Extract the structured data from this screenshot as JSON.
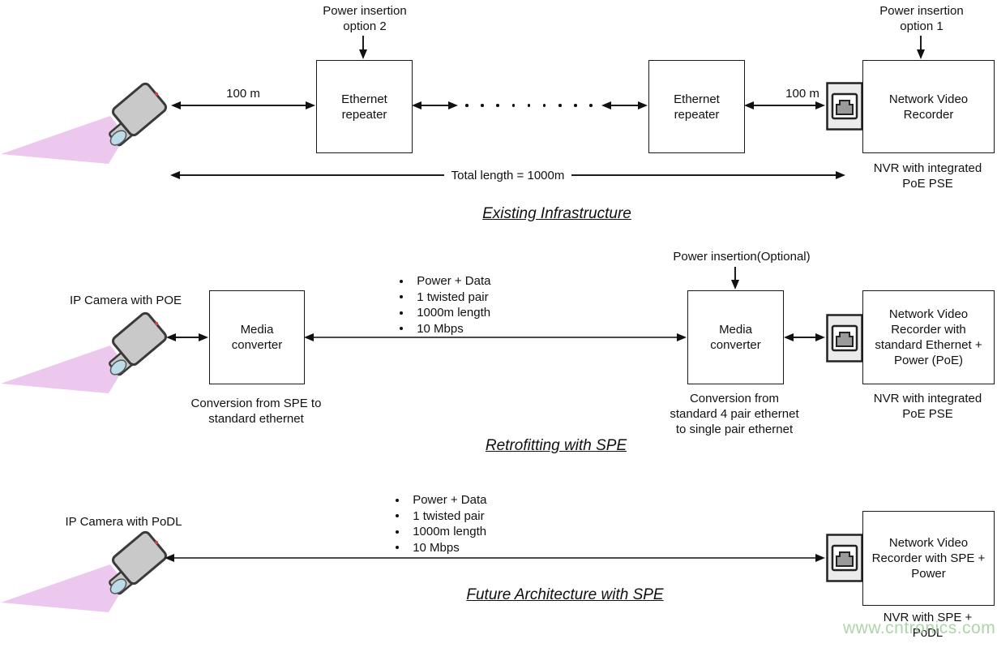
{
  "s1": {
    "title": "Existing Infrastructure",
    "power_insertion_2": "Power insertion\noption 2",
    "power_insertion_1": "Power insertion\noption 1",
    "repeater1": "Ethernet\nrepeater",
    "repeater2": "Ethernet\nrepeater",
    "nvr": "Network Video\nRecorder",
    "nvr_caption": "NVR with integrated\nPoE PSE",
    "link1_label": "100 m",
    "link2_label": "100 m",
    "total_label": "Total length = 1000m"
  },
  "s2": {
    "title": "Retrofitting with SPE",
    "camera_label": "IP Camera with POE",
    "power_insertion": "Power insertion(Optional)",
    "mc1": "Media\nconverter",
    "mc2": "Media\nconverter",
    "mc1_caption": "Conversion from SPE to\nstandard ethernet",
    "mc2_caption": "Conversion from\nstandard 4 pair ethernet\nto single pair ethernet",
    "nvr": "Network Video\nRecorder with\nstandard Ethernet +\nPower (PoE)",
    "nvr_caption": "NVR with integrated\nPoE PSE",
    "bullets": [
      "Power + Data",
      "1 twisted pair",
      "1000m length",
      "10 Mbps"
    ]
  },
  "s3": {
    "title": "Future Architecture with SPE",
    "camera_label": "IP Camera with PoDL",
    "nvr": "Network Video\nRecorder with SPE +\nPower",
    "nvr_caption": "NVR with SPE +\nPoDL",
    "bullets": [
      "Power + Data",
      "1 twisted pair",
      "1000m length",
      "10 Mbps"
    ]
  },
  "watermark": {
    "text": "www.cntronics.com",
    "color": "#9ecf98"
  }
}
